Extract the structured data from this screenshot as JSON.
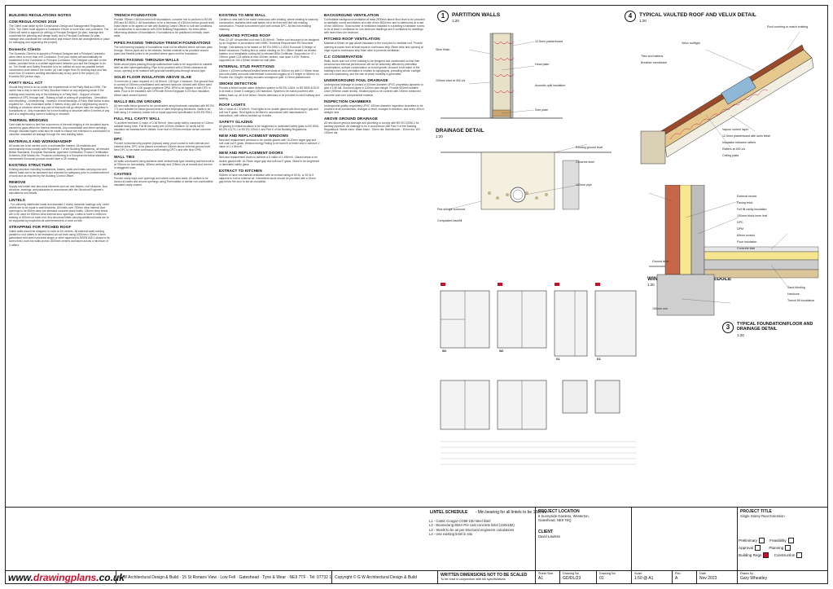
{
  "notes": {
    "col1": [
      {
        "h": "BUILDING REGULATIONS NOTES",
        "p": ""
      },
      {
        "h": "CDM REGULATIONS 2015",
        "p": "The Client must abide by the Construction Design and Management Regulations 2015. The Client must appoint a Contractor if there is more than one contractor. The Client will need to appoint (in writing) a Principal Designer (to plan, manage and coordinate the planning and design work) and a Principal Contractor (to plan, manage and coordinate the construction and ensure there are arrangements in place for managing and organising the project)."
      },
      {
        "h": "Domestic Clients",
        "p": "The Domestic Client is to appoint a Principal Designer and a Principal Contractor when there is more than one Contractor. If not your duties will automatically be transferred to the Contractor or Principal Contractor. The Designer can take on the duties, provided there is a written agreement between you and the Designer to do so. The Health and Safety Executive is to be notified as soon as possible before construction work starts if the works: (a) Last longer than 30 working days and has more than 20 workers working simultaneously at any point in the project; (b) Exceeds 500 person days."
      },
      {
        "h": "PARTY WALL ACT",
        "p": "Should they need to do so under the requirements of the Party Wall Act 1996, The owner has a duty to serve a Party Structure Notice on any adjoining owner if the building work involves any of the following to a Party Wall: - Support of beam - Insertion of DPC through wall - Raising a wall or cutting off projections - Demolition and rebuilding - Underpinning - Insertion of lead flashings. A Party Wall Notice is also required for: - Any excavation within 3 metres of any part of a neighbouring owner's building or structure where any part of that work will go deeper than the neighbour's foundations or - Any excavation for a new building or structure within 6 metres of any part of a neighbouring owner's building or structure."
      },
      {
        "h": "THERMAL BRIDGING",
        "p": "Care shall be taken to limit the occurrence of thermal bridging in the insulated layers caused by gaps within the thermal elements. Any unavoidable and direct openings through insulated layers shall also be made to ensure the extension is constructed to minimise unwanted air leakage through the new building fabric."
      },
      {
        "h": "MATERIALS AND WORKMANSHIP",
        "p": "All works are to be carried out in a workmanlike manner. All materials and workmanship must comply with Regulation 7 of the Building Regulations, all relevant British Standards, European Standards, Agrement Certificates, Product Certification Schemes (Kite Marks) etc. Products conforming to a European technical standard or harmonised European product should have a CE marking."
      },
      {
        "h": "EXISTING STRUCTURE",
        "p": "Existing structure including foundations, beams, walls and lintels carrying new and altered loads are to be assessed and checked for adequacy prior to commencement of work and as required by the Building Control Officer."
      },
      {
        "h": "REMOVE",
        "p": "Supply and install new structural elements such as new beams, roof structure, floor structure, bearings, and padstones in accordance with the Structural Engineer's calculations and details."
      },
      {
        "h": "LINTELS",
        "p": "- For uniformly distributed loads and standard 2 storey domestic loadings only. Lintel widths are to be equal to wall thickness. All lintels over 750mm clear internal door openings to be 65mm deep pre-stressed concrete plank lintels. 150mm deep lintels are to be used for 900mm clear internal door openings. Lintels to have a minimum bearing of 150mm on each end. Any structural lintels carrying additional loads are to be supported by inspection at commencement of work on site."
      },
      {
        "h": "STRAPPING FOR PITCHED ROOF",
        "p": "Gable walls should be strapped to roofs at 2m centres. All external walls running parallel to roof rafters to be restrained at roof level using 1000mm x 30mm x 5mm galvanised mild steel horizontal straps or other approved to BSEN 845-1 straps to be screw fixed, built into walls at max 2000mm centres and taken across a minimum of 3 rafters."
      }
    ],
    "col2": [
      {
        "h": "TRENCH FOUNDATION",
        "p": "Provide 750mm x 600mm trench fill foundations, concrete mix to conform to BS 85 (RB and BS 8500-2. All foundations to be a minimum of 1000mm below ground level, exact depth to be agreed on site with Building Control Officer to suit site conditions. All construction in accordance with 2006 Building Regulations. No trees within influencing distance of foundations. Foundations to be positioned centrally under walls."
      },
      {
        "h": "PIPES PASSING THROUGH TRENCH FOUNDATIONS",
        "p": "The void bearing capacity of foundations must not be affected where services pass through. Where pipes are to be retained, flexible material to be provided around pipes and flexible joints to be provided where pipes exit the foundation."
      },
      {
        "h": "PIPES PASSING THROUGH WALLS",
        "p": "Width above pipes passing through walls/surface walls to be supported on suitable lintel as with openings/building. Pipe to be provided with a 50mm clearance all round, opening to be masked with granular backfill pass-through around pipe."
      },
      {
        "h": "SOLID FLOOR INSULATION ABOVE SLAB",
        "p": "To meet min U value required of 0.18 W/m²K. 100 type 1 hardcore. Sub-ground floor to consist of 150mm consolidated well-rammed hardcore, blinded with 50mm sand blinding. Provide a 1200 gauge polythene DPM. DPM to be lapped in with DPC in walls. Floor to be insulated over DPM with 90mm Kingspan K103 floor insulation. 65mm sand cement screed."
      },
      {
        "h": "WALLS BELOW GROUND",
        "p": "All new walls below ground to be constructed using blockwork compliant with BS EN 771 and suitable for below ground level or sites employing blockwork. Walls to be built using 1:4 masonry mortar mix or equal approved specification to BS EN 998-1."
      },
      {
        "h": "FULL FILL CAVITY WALL",
        "p": "To achieve minimum U value of 0.28 W/m²K. New cavity wall to comprise of 102mm suitable facing brick. Full fill the cavity with 100mm Dritherm 32 cavity full fill insulation as manufacturer's details. Inner leaf of 100mm medium dense concrete block."
      },
      {
        "h": "DPC",
        "p": "Provide horizontal strip polymer (hyload) damp proof course to both internal and external skins. DPC to be placed a minimum 150mm above external ground level. New DPC to be made continuous with existing DPC's and with floor DPM."
      },
      {
        "h": "WALL TIES",
        "p": "All walls constructed using stainless steel vertical twist type retaining wall ties built to at 750mm c/s horizontally, 450mm vertically and 225mm c/s at reveals and corners in staggered rows."
      },
      {
        "h": "CAVITIES",
        "p": "Provide cavity trays over openings and where roofs abut walls. All cavities to be closed at eaves and around openings using Thermabate or similar non-combustible insulated cavity closers."
      }
    ],
    "col3": [
      {
        "h": "EXISTING TO NEW WALL",
        "p": "Cavities in new wall to be made continuous with existing, where existing is masonry construction, stainless steel wall starter kit to be fixed and tied into existing construction. Provide a movement joint with vertical DPC. All tied into existing masonry."
      },
      {
        "h": "UNHEATED PITCHED ROOF",
        "p": "Pitch 22-45° Unspecified roof max 0.15 W/m²K. Timber roof structure to be designed by an Engineer in accordance with NHBC Technical Requirement R5 Structural Design. Calculations to be based on BS EN 1995-1-1:2004 Eurocode 5 Design of timber structures. Roofing tiles to match existing on 25 x 38mm treated sw treated battens on a breathable roofing felt to relevant BBA Certificate. Supported on 47 x 150mm grade C24 rafters at max 400mm centres, max span 3.47m. Rafters supported on 100 x 50mm treated sw wall plate."
      },
      {
        "h": "INTERNAL STUD PARTITIONS",
        "p": "100mm x 100mm softwood treated timbers studs at 400mm c/s with 2 x 50mm head and sole plates and solid intermediate horizontal noggins at 1/3 height or 450mm c/s. Provide min 10kg/m³ density acoustic soundproof quilt. 12.5mm plasterboard."
      },
      {
        "h": "SMOKE DETECTION",
        "p": "Provide a linked smoke alarm detection system to BS EN 14604, to BS 5839-6:2019 to at least a Grade D category LD3 standard. System to be mains powered with battery back-up, all to be linked. Smoke detectors to be provided in each hallway and landing."
      },
      {
        "h": "ROOF LIGHTS",
        "p": "Min U value of 1.6 W/m²K. Roof lights to be double glazed with 6mm argon gap and soft low E glass. Roof lights to be fitted in accordance with manufacturer's instructions, with rafters doubled up to sides."
      },
      {
        "h": "SAFETY GLAZING",
        "p": "All glazing in critical locations to be toughened or laminated safety glass to BS 6206, BS EN 14179-1 or BS EN 12543-1 and Part K of the Building Regulations."
      },
      {
        "h": "NEW AND REPLACEMENT WINDOWS",
        "p": "New and replacement windows to be double glazed with 16-20mm argon gap and soft coat low E glass. Window energy Rating to be band B or better and to achieve U value of 1.4 W/m²K."
      },
      {
        "h": "NEW AND REPLACEMENT DOORS",
        "p": "New and replacement doors to achieve a U value of 1.4W/m²K. Glazed areas to be double glazed with 16-20mm argon gap and soft low E glass. Glass to be toughened or laminated safety glass."
      },
      {
        "h": "EXTRACT TO KITCHEN",
        "p": "Kitchen to have mechanical ventilation with an extract rating of 60 l/s, or 30 l/s if adjacent to hob to external air. Intermittent ducts should be provided with a 10mm gap below the door to aid air circulation."
      }
    ],
    "col4": [
      {
        "h": "BACKGROUND VENTILATION",
        "p": "Controllable background ventilation at least 2500mm above floor level to be provided to habitable rooms and kitchen at a rate of min 8000mm² and to bathrooms at a rate of min 4000mm². Total number of ventilators installed in a dwelling's habitable rooms to be at least 4 ventilators for one-bedroom dwellings and 5 ventilators for dwellings with more than one bedroom."
      },
      {
        "h": "PITCHED ROOF VENTILATION",
        "p": "Maintain a 50mm air gap above insulation in the roof pitch to ventilate roof. Provide opening at eaves level at least equal to continuous strip 25mm wide and opening at ridge equal to continuous strip 5mm wide to promote ventilation."
      },
      {
        "h": "C.C CONSERVATION",
        "p": "Walls, floors and roof of the building to be designed and constructed so that their structural and thermal performance will not be adversely affected by interstitial condensation, surface condensation or mould growth. Account to be taken of the building's form and orientation in relation to topography, prevailing winds, sunlight and over-shadowing, and the rate at which humidity is generated."
      },
      {
        "h": "UNDERGROUND FOUL DRAINAGE",
        "p": "Underground drainage to consist of 100mm diameter UPVC proprietary pipework to give a 1:80 fall. Surround pipes in 100mm pea shingle. Provide 600mm suitable cover (900mm under drives). Shallow pipes to be covered with 100mm reinforced concrete slab over compressible material."
      },
      {
        "h": "INSPECTION CHAMBERS",
        "p": "Underground quality proprietary UPVC 450mm diameter inspection chambers to be provided at all connections, changes of level, changes in direction, and every 45m in straight runs."
      },
      {
        "h": "ABOVE GROUND DRAINAGE",
        "p": "All new above ground drainage and plumbing to comply with BS EN 12056-2 for sanitary pipework. All drainage to be in accordance with Part H of the Building Regulations. Waste sizes: Wash basin - 32mm dia. Bath/shower - 40mm dia. WC - 100mm dia."
      }
    ]
  },
  "figures": {
    "partition": {
      "num": "1",
      "title": "PARTITION WALLS",
      "scale": "1:20",
      "callouts": [
        "12.5mm plasterboard",
        "Skim finish",
        "100mm stud at 400 c/s",
        "Acoustic quilt insulation",
        "Head plate",
        "Sole plate"
      ]
    },
    "vaulted": {
      "num": "4",
      "title": "TYPICAL VAULTED ROOF AND VELUX DETAIL",
      "scale": "1:20",
      "callouts": [
        "Roof covering to match existing",
        "Velux rooflight",
        "Tiles and battens",
        "Breather membrane",
        "Vapour control layer",
        "12.5mm plasterboard with skim finish",
        "Insulation between rafters",
        "Rafters at 400 c/s",
        "Ceiling joists"
      ]
    },
    "drainage": {
      "title": "DRAINAGE DETAIL",
      "scale": "1:20",
      "callouts": [
        "100mm pipe",
        "Pea shingle surround",
        "Existing ground level",
        "Compacted backfill",
        "Concrete lintel"
      ]
    },
    "foundation": {
      "num": "3",
      "title": "TYPICAL FOUNDATION/FLOOR AND DRAINAGE DETAIL",
      "scale": "1:20",
      "callouts": [
        "External render",
        "Facing brick",
        "Full fill cavity insulation",
        "100mm block inner leaf",
        "DPC",
        "DPM",
        "65mm screed",
        "Floor insulation",
        "Concrete slab",
        "Sand blinding",
        "Hardcore",
        "Trench fill foundation",
        "Ground level",
        "150mm min"
      ]
    },
    "window": {
      "title": "WINDOW AND DOOR SCHEDULE",
      "scale": "1:20",
      "labels": [
        "W1",
        "W2",
        "D1",
        "D2"
      ]
    }
  },
  "titleblock": {
    "lintel": {
      "heading": "LINTEL SCHEDULE",
      "note": "- Min bearing for all lintels to be 150mm",
      "items": [
        "L1 - Catnic Cougar CG80-150 steel lintel",
        "L2 - Boomerang 65SA Pre cast concrete lintel (100x150)",
        "L3 - Steels to be as per structural engineers calculations",
        "L4 - Use existing lintel in situ"
      ]
    },
    "location": {
      "heading": "PROJECT LOCATION",
      "lines": [
        "8 Sunnyside Gardens, Westerton,",
        "Gateshead, NE9 7EQ"
      ]
    },
    "client": {
      "heading": "CLIENT",
      "lines": [
        "David Lawless"
      ]
    },
    "project": {
      "heading": "PROJECT TITLE",
      "lines": [
        "Single Storey Rear Extension"
      ]
    },
    "status": [
      {
        "label": "Preliminary",
        "checked": false
      },
      {
        "label": "Feasibility",
        "checked": false
      },
      {
        "label": "Building Regs",
        "checked": true
      },
      {
        "label": "Approval",
        "checked": false
      },
      {
        "label": "Planning",
        "checked": false
      },
      {
        "label": "Construction",
        "checked": false
      }
    ],
    "footer": {
      "logo_a": "www.",
      "logo_b": "drawingplans",
      "logo_c": ".co.uk",
      "company": "G W Architectural Design & Build · 15 St Ronans View · Low Fell · Gateshead · Tyne & Wear · NE9 7TF · Tel: 07732 10 50 10",
      "copyright": "Copyright © G W Architectural Design & Build",
      "written": "WRITTEN DIMENSIONS NOT TO BE SCALED",
      "written_sub": "To be read in conjunction with full specifications",
      "sheet_size": "A1",
      "sheet_lbl": "Sheet Size",
      "drawing_no": "Drawing No",
      "scale_lbl": "Scale",
      "rev_lbl": "Rev",
      "date_lbl": "Date",
      "drawn_lbl": "Drawn by",
      "proj_no": "GD/DL/23",
      "drawing_num": "01",
      "scale_val": "1:50 @ A1",
      "rev_val": "A",
      "date_val": "Nov 2023",
      "drawn_val": "Gary Wheatley"
    }
  },
  "accent": "#c8102e"
}
